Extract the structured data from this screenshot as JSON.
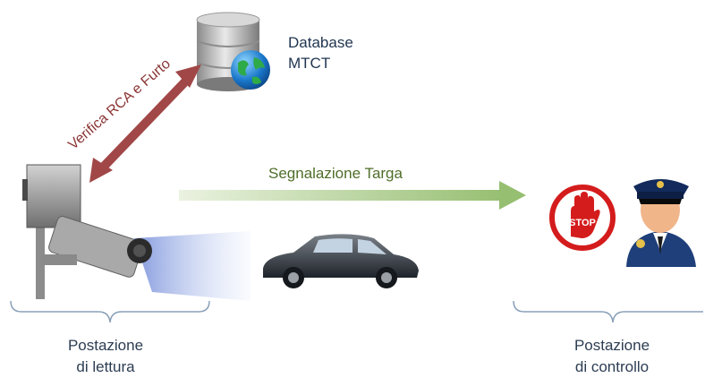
{
  "database": {
    "line1": "Database",
    "line2": "MTCT"
  },
  "verify_label": "Verifica RCA e Furto",
  "signal_label": "Segnalazione Targa",
  "stations": {
    "reading": {
      "line1": "Postazione",
      "line2": "di lettura"
    },
    "control": {
      "line1": "Postazione",
      "line2": "di controllo"
    }
  },
  "stop_sign": {
    "text": "STOP",
    "color": "#d41c1c"
  },
  "colors": {
    "verify_arrow": "#a14747",
    "signal_arrow": "#9bc17a",
    "text": "#1f3550"
  },
  "icons": [
    "database-icon",
    "globe-icon",
    "camera-icon",
    "car-icon",
    "stop-hand-icon",
    "police-officer-icon"
  ]
}
